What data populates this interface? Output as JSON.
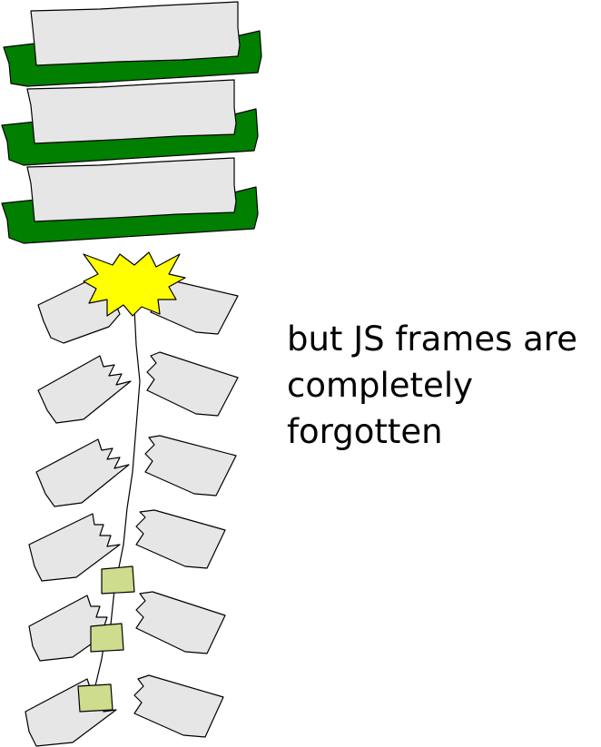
{
  "caption": {
    "lines": [
      "but JS frames are",
      "completely",
      "forgotten"
    ]
  },
  "colors": {
    "native_frame_fill": "#e6e6e6",
    "native_frame_shadow": "#007f00",
    "js_frame_fill": "#e6e6e6",
    "jit_frame_fill": "#cddc8d",
    "explosion_fill": "#ffff00",
    "outline": "#000000"
  }
}
